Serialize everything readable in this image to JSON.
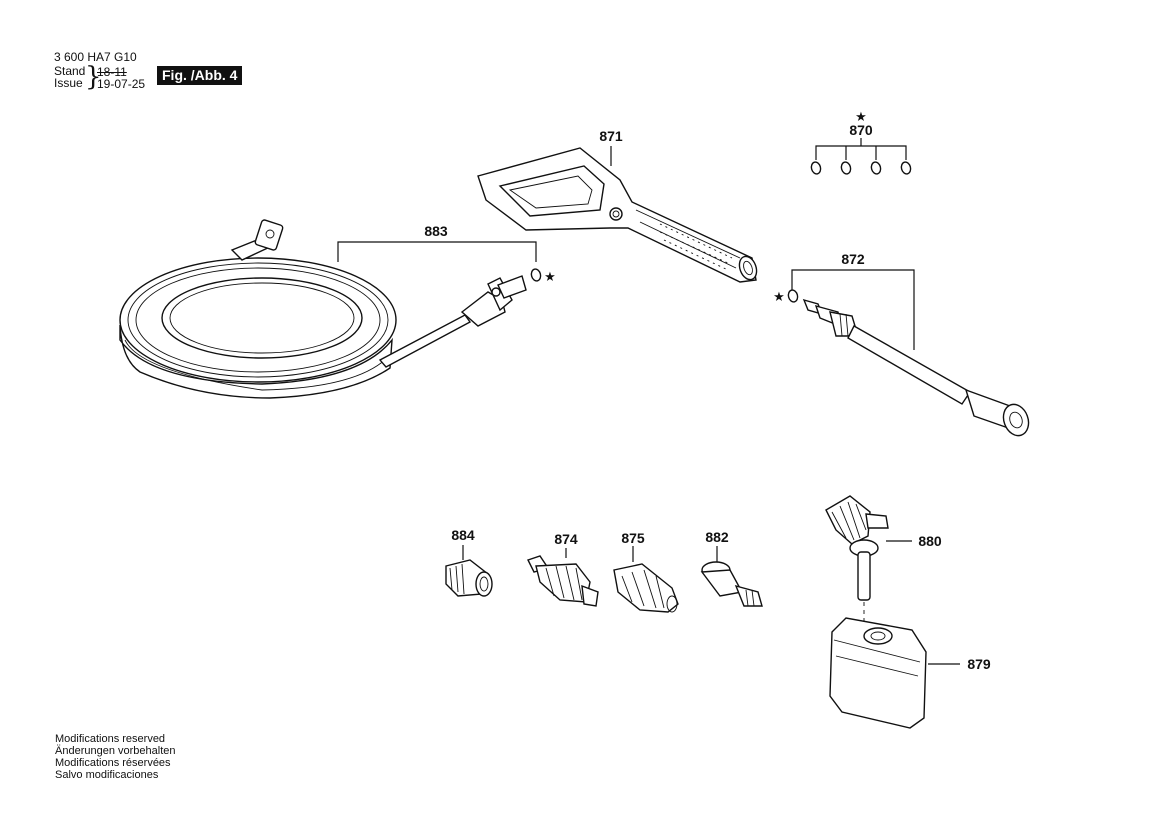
{
  "header": {
    "doc_number": "3 600 HA7 G10",
    "stand_label": "Stand",
    "issue_label": "Issue",
    "stand_value": "18-11",
    "issue_value": "19-07-25",
    "figure_label": "Fig. /Abb. 4"
  },
  "parts": {
    "p870": "870",
    "p871": "871",
    "p872": "872",
    "p874": "874",
    "p875": "875",
    "p879": "879",
    "p880": "880",
    "p882": "882",
    "p883": "883",
    "p884": "884"
  },
  "symbols": {
    "star": "★"
  },
  "footer": {
    "line1": "Modifications reserved",
    "line2": "Änderungen vorbehalten",
    "line3": "Modifications réservées",
    "line4": "Salvo modificaciones"
  }
}
